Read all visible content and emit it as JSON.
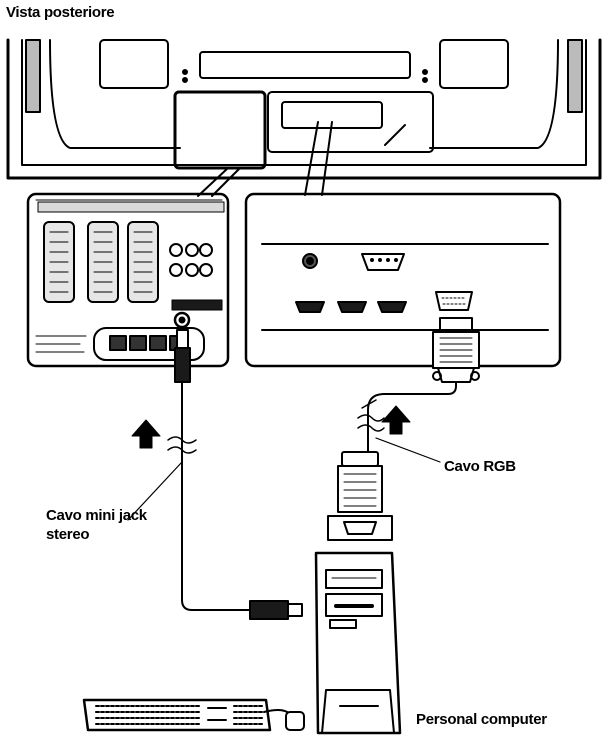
{
  "title": "Vista posteriore",
  "labels": {
    "rgb_cable": "Cavo RGB",
    "jack_cable_line1": "Cavo mini jack",
    "jack_cable_line2": "stereo",
    "computer": "Personal computer"
  },
  "icons": [
    "tv-rear-panel",
    "scart-connector",
    "audio-jack",
    "vga-port",
    "hdmi-port",
    "pc-tower",
    "keyboard",
    "mouse",
    "up-arrow"
  ],
  "colors": {
    "line": "#000000",
    "fill": "#ffffff",
    "panel_gray": "#d9d9d9",
    "dark": "#1a1a1a"
  }
}
